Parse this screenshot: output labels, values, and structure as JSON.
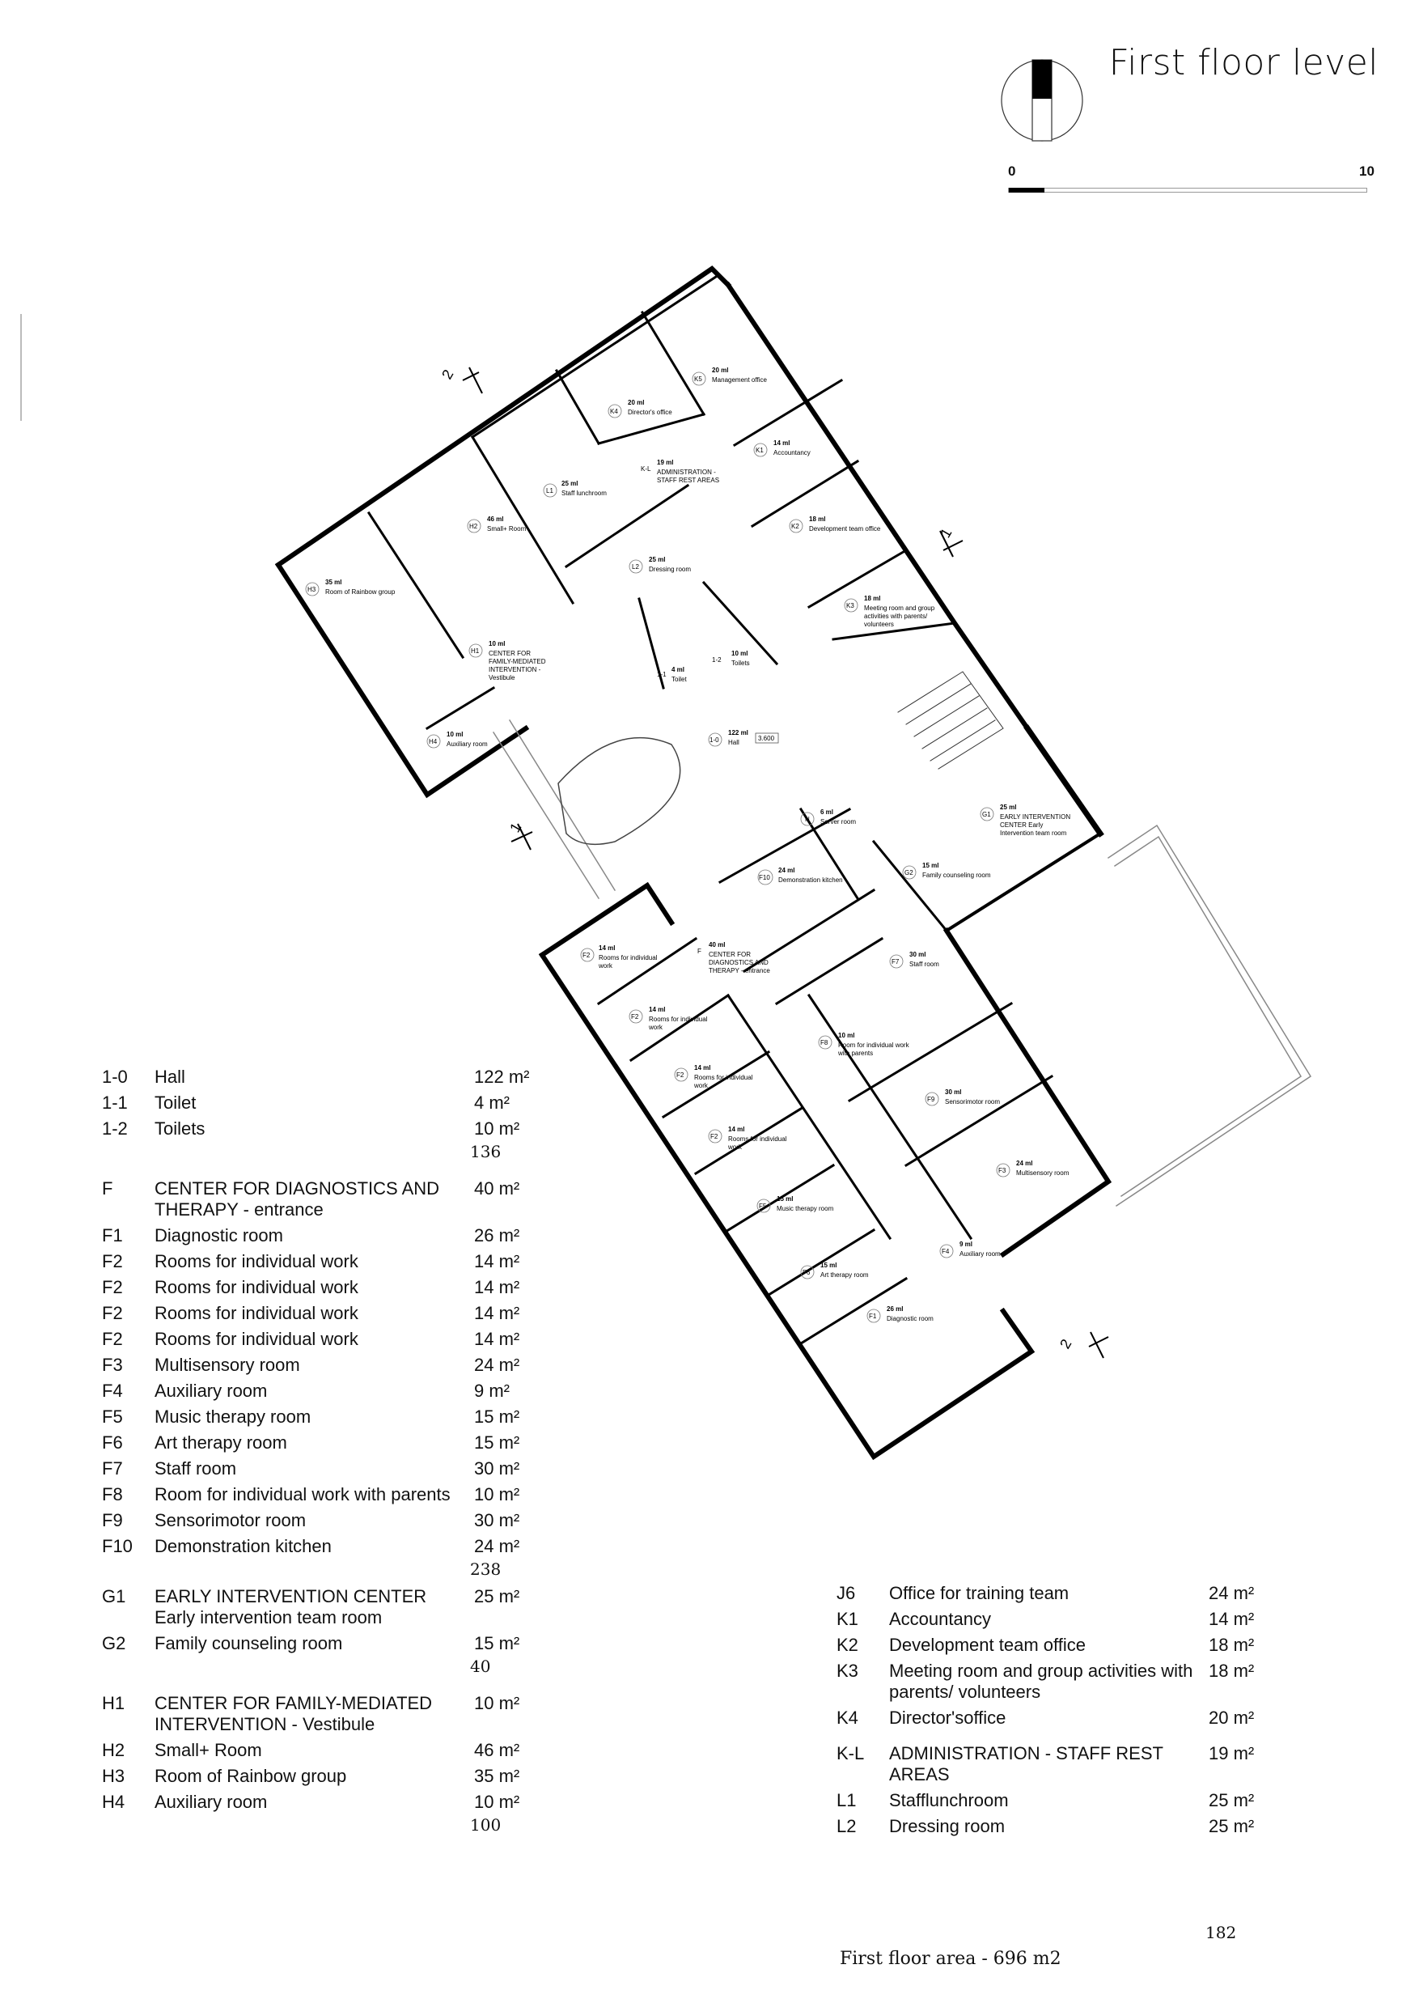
{
  "title": "First floor level",
  "scale": {
    "start": "0",
    "end": "10"
  },
  "plan_labels": {
    "k5_code": "K5",
    "k5_area": "20 ml",
    "k5_name": "Management office",
    "k4_code": "K4",
    "k4_area": "20 ml",
    "k4_name": "Director's office",
    "kl_code": "K-L",
    "kl_area": "19 ml",
    "kl_name1": "ADMINISTRATION -",
    "kl_name2": "STAFF REST AREAS",
    "k1_code": "K1",
    "k1_area": "14 ml",
    "k1_name": "Accountancy",
    "l1_code": "L1",
    "l1_area": "25 ml",
    "l1_name": "Staff lunchroom",
    "h2_code": "H2",
    "h2_area": "46 ml",
    "h2_name": "Small+ Room",
    "k2_code": "K2",
    "k2_area": "18 ml",
    "k2_name": "Development team office",
    "h3_code": "H3",
    "h3_area": "35 ml",
    "h3_name": "Room of Rainbow group",
    "l2_code": "L2",
    "l2_area": "25 ml",
    "l2_name": "Dressing room",
    "k3_code": "K3",
    "k3_area": "18 ml",
    "k3_name1": "Meeting room and group",
    "k3_name2": "activities with parents/",
    "k3_name3": "volunteers",
    "h1_code": "H1",
    "h1_area": "10 ml",
    "h1_name1": "CENTER FOR",
    "h1_name2": "FAMILY-MEDIATED",
    "h1_name3": "INTERVENTION -",
    "h1_name4": "Vestibule",
    "t11_code": "1-1",
    "t11_area": "4 ml",
    "t11_name": "Toilet",
    "t12_code": "1-2",
    "t12_area": "10 ml",
    "t12_name": "Toilets",
    "h4_code": "H4",
    "h4_area": "10 ml",
    "h4_name": "Auxiliary room",
    "hall_code": "1-0",
    "hall_area": "122 ml",
    "hall_name": "Hall",
    "hall_level": "3.600",
    "n_code": "N",
    "n_area": "6 ml",
    "n_name": "Server room",
    "g1_code": "G1",
    "g1_area": "25 ml",
    "g1_name1": "EARLY INTERVENTION",
    "g1_name2": "CENTER Early",
    "g1_name3": "Intervention team room",
    "f10_code": "F10",
    "f10_area": "24 ml",
    "f10_name": "Demonstration kitchen",
    "g2_code": "G2",
    "g2_area": "15 ml",
    "g2_name": "Family counseling room",
    "f2a_code": "F2",
    "f2a_area": "14 ml",
    "f2a_name1": "Rooms for individual",
    "f2a_name2": "work",
    "f_code": "F",
    "f_area": "40 ml",
    "f_name1": "CENTER FOR",
    "f_name2": "DIAGNOSTICS AND",
    "f_name3": "THERAPY - entrance",
    "f7_code": "F7",
    "f7_area": "30 ml",
    "f7_name": "Staff room",
    "f2b_code": "F2",
    "f2b_area": "14 ml",
    "f2b_name1": "Rooms for individual",
    "f2b_name2": "work",
    "f8_code": "F8",
    "f8_area": "10 ml",
    "f8_name1": "Room for individual work",
    "f8_name2": "with parents",
    "f2c_code": "F2",
    "f2c_area": "14 ml",
    "f2c_name1": "Rooms for individual",
    "f2c_name2": "work",
    "f9_code": "F9",
    "f9_area": "30 ml",
    "f9_name": "Sensorimotor room",
    "f2d_code": "F2",
    "f2d_area": "14 ml",
    "f2d_name1": "Rooms for individual",
    "f2d_name2": "work",
    "f3_code": "F3",
    "f3_area": "24 ml",
    "f3_name": "Multisensory room",
    "f5_code": "F5",
    "f5_area": "15 ml",
    "f5_name": "Music therapy room",
    "f4_code": "F4",
    "f4_area": "9 ml",
    "f4_name": "Auxiliary room",
    "f6_code": "F6",
    "f6_area": "15 ml",
    "f6_name": "Art therapy room",
    "f1_code": "F1",
    "f1_area": "26 ml",
    "f1_name": "Diagnostic room",
    "sec2_top": "2",
    "sec1_right": "1",
    "sec1_left": "1",
    "sec2_bottom": "2"
  },
  "left_legend": {
    "group1": [
      {
        "code": "1-0",
        "name": "Hall",
        "area": "122 m²"
      },
      {
        "code": "1-1",
        "name": "Toilet",
        "area": "4 m²"
      },
      {
        "code": "1-2",
        "name": "Toilets",
        "area": "10 m²"
      }
    ],
    "group1_total": "136",
    "group2": [
      {
        "code": "F",
        "name": "CENTER FOR DIAGNOSTICS AND THERAPY  - entrance",
        "area": "40 m²"
      },
      {
        "code": "F1",
        "name": "Diagnostic room",
        "area": "26 m²"
      },
      {
        "code": "F2",
        "name": "Rooms for individual work",
        "area": "14 m²"
      },
      {
        "code": "F2",
        "name": "Rooms for individual work",
        "area": "14 m²"
      },
      {
        "code": "F2",
        "name": "Rooms for individual work",
        "area": "14 m²"
      },
      {
        "code": "F2",
        "name": "Rooms for individual work",
        "area": "14 m²"
      },
      {
        "code": "F3",
        "name": "Multisensory room",
        "area": "24 m²"
      },
      {
        "code": "F4",
        "name": "Auxiliary room",
        "area": "9 m²"
      },
      {
        "code": "F5",
        "name": "Music therapy room",
        "area": "15 m²"
      },
      {
        "code": "F6",
        "name": "Art therapy room",
        "area": "15 m²"
      },
      {
        "code": "F7",
        "name": "Staff room",
        "area": "30 m²"
      },
      {
        "code": "F8",
        "name": "Room for individual work with parents",
        "area": "10 m²"
      },
      {
        "code": "F9",
        "name": "Sensorimotor room",
        "area": "30 m²"
      },
      {
        "code": "F10",
        "name": "Demonstration kitchen",
        "area": "24 m²"
      }
    ],
    "group2_total": "238",
    "group3": [
      {
        "code": "G1",
        "name": "EARLY INTERVENTION CENTER Early intervention team room",
        "area": "25 m²"
      },
      {
        "code": "G2",
        "name": "Family counseling room",
        "area": "15 m²"
      }
    ],
    "group3_total": "40",
    "group4": [
      {
        "code": "H1",
        "name": "CENTER FOR FAMILY-MEDIATED INTERVENTION - Vestibule",
        "area": "10 m²"
      },
      {
        "code": "H2",
        "name": "Small+ Room",
        "area": "46 m²"
      },
      {
        "code": "H3",
        "name": "Room of Rainbow group",
        "area": "35 m²"
      },
      {
        "code": "H4",
        "name": "Auxiliary room",
        "area": "10 m²"
      }
    ],
    "group4_total": "100"
  },
  "right_legend": {
    "items": [
      {
        "code": "J6",
        "name": "Office for training team",
        "area": "24 m²"
      },
      {
        "code": "K1",
        "name": "Accountancy",
        "area": "14 m²"
      },
      {
        "code": "K2",
        "name": "Development team office",
        "area": "18 m²"
      },
      {
        "code": "K3",
        "name": "Meeting room and group activities with parents/ volunteers",
        "area": "18 m²"
      },
      {
        "code": "K4",
        "name": "Director'soffice",
        "area": "20 m²"
      }
    ],
    "items2": [
      {
        "code": "K-L",
        "name": "ADMINISTRATION -  STAFF REST AREAS",
        "area": "19 m²"
      },
      {
        "code": "L1",
        "name": "Stafflunchroom",
        "area": "25 m²"
      },
      {
        "code": "L2",
        "name": "Dressing room",
        "area": "25 m²"
      }
    ],
    "total": "182"
  },
  "footer": "First floor area - 696 m2"
}
